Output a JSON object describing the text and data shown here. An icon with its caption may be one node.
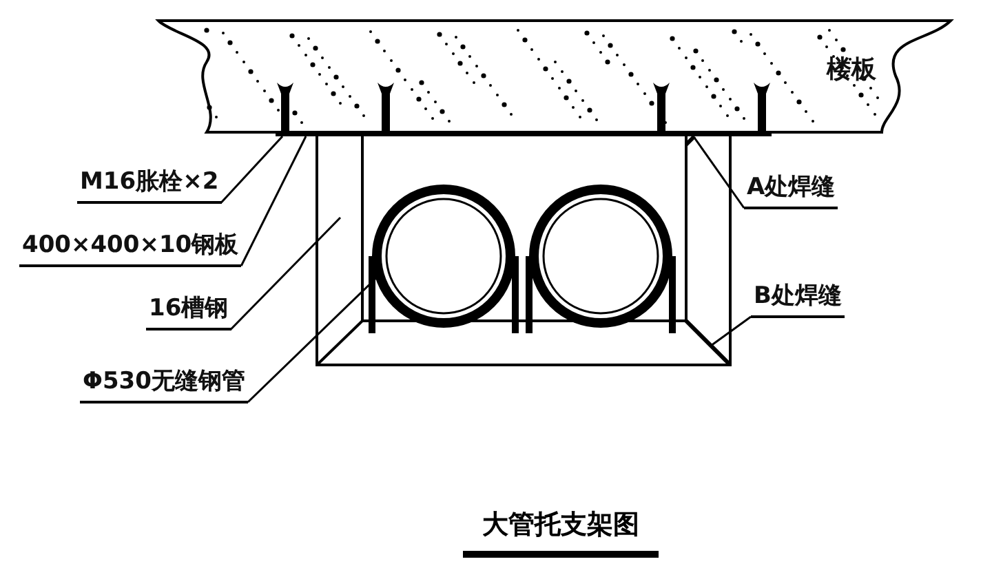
{
  "diagram": {
    "caption": "大管托支架图",
    "nodes": [
      {
        "text": [
          "M16胀栓×2"
        ]
      },
      {
        "text": [
          "400×400×10钢板"
        ]
      },
      {
        "text": [
          "16槽钢"
        ]
      },
      {
        "text": [
          "Φ530无缝钢管"
        ]
      },
      {
        "text": [
          "A处焊缝"
        ]
      },
      {
        "text": [
          "B处焊缝"
        ]
      },
      {
        "text": [],
        "shape": "picture"
      },
      {
        "text": [],
        "shape": "bar"
      },
      {
        "text": [],
        "shape": "picture"
      },
      {
        "text": [],
        "shape": "circle",
        "in": 8
      },
      {
        "text": [],
        "shape": "picture",
        "in": 8
      },
      {
        "text": [],
        "shape": "picture",
        "in": 8
      },
      {
        "text": [],
        "shape": "picture"
      },
      {
        "text": [],
        "shape": "picture"
      },
      {
        "text": [],
        "shape": "picture"
      },
      {
        "text": [],
        "shape": "circle",
        "in": 8
      }
    ],
    "edges": [
      {
        "from": 0,
        "to": 6,
        "arrow": "none"
      },
      {
        "from": 1,
        "to": 7,
        "arrow": "none"
      },
      {
        "from": 2,
        "to": 8,
        "arrow": "none"
      },
      {
        "from": 3,
        "to": 9,
        "arrow": "none"
      },
      {
        "from": 4,
        "to": 10,
        "arrow": "none"
      },
      {
        "from": 5,
        "to": 11,
        "arrow": "none"
      }
    ],
    "labels": [
      "楼板"
    ]
  }
}
